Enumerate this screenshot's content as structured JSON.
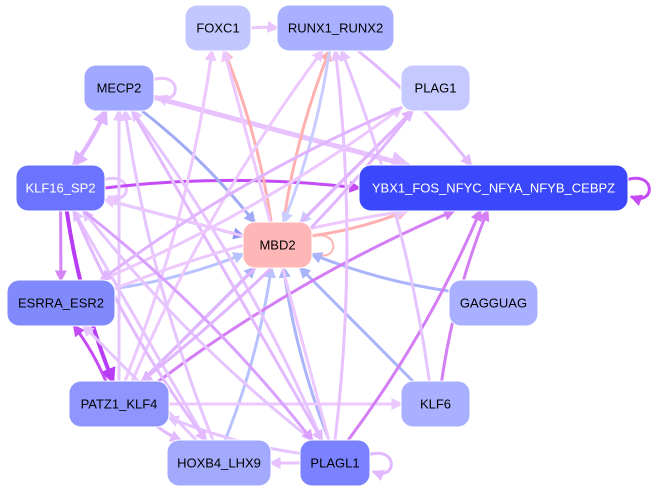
{
  "graph": {
    "title": "Transcription factor regulatory network",
    "nodes": [
      {
        "id": "FOXC1",
        "label": "FOXC1",
        "fill": "#c3c7ff",
        "text": "#000000"
      },
      {
        "id": "RUNX1_RUNX2",
        "label": "RUNX1_RUNX2",
        "fill": "#a9b0ff",
        "text": "#000000"
      },
      {
        "id": "MECP2",
        "label": "MECP2",
        "fill": "#a0a8ff",
        "text": "#000000"
      },
      {
        "id": "PLAG1",
        "label": "PLAG1",
        "fill": "#c5c9ff",
        "text": "#000000"
      },
      {
        "id": "KLF16_SP2",
        "label": "KLF16_SP2",
        "fill": "#6c74ff",
        "text": "#ffffff"
      },
      {
        "id": "YBX1",
        "label": "YBX1_FOS_NFYC_NFYA_NFYB_CEBPZ",
        "fill": "#3a47fb",
        "text": "#ffffff"
      },
      {
        "id": "MBD2",
        "label": "MBD2",
        "fill": "#ffb6b6",
        "text": "#000000"
      },
      {
        "id": "ESRRA_ESR2",
        "label": "ESRRA_ESR2",
        "fill": "#818afc",
        "text": "#000000"
      },
      {
        "id": "GAGGUAG",
        "label": "GAGGUAG",
        "fill": "#a9b0ff",
        "text": "#000000"
      },
      {
        "id": "PATZ1_KLF4",
        "label": "PATZ1_KLF4",
        "fill": "#8e96fd",
        "text": "#000000"
      },
      {
        "id": "KLF6",
        "label": "KLF6",
        "fill": "#a9b0ff",
        "text": "#000000"
      },
      {
        "id": "HOXB4_LHX9",
        "label": "HOXB4_LHX9",
        "fill": "#a3aafd",
        "text": "#000000"
      },
      {
        "id": "PLAGL1",
        "label": "PLAGL1",
        "fill": "#7a82ff",
        "text": "#000000"
      }
    ],
    "edges": [
      {
        "from": "FOXC1",
        "to": "RUNX1_RUNX2",
        "color": "#eac6ff",
        "weight": 3
      },
      {
        "from": "MECP2",
        "to": "MECP2",
        "color": "#e8c2ff",
        "weight": 3
      },
      {
        "from": "YBX1",
        "to": "YBX1",
        "color": "#c44bf5",
        "weight": 3
      },
      {
        "from": "KLF16_SP2",
        "to": "KLF16_SP2",
        "color": "#e6c4ff",
        "weight": 3
      },
      {
        "from": "MBD2",
        "to": "MBD2",
        "color": "#ffb6b6",
        "weight": 2
      },
      {
        "from": "PLAGL1",
        "to": "PLAGL1",
        "color": "#e2b8ff",
        "weight": 3
      },
      {
        "from": "KLF16_SP2",
        "to": "YBX1",
        "color": "#c44bf5",
        "weight": 3
      },
      {
        "from": "KLF16_SP2",
        "to": "MBD2",
        "color": "#8a95f5",
        "weight": 3
      },
      {
        "from": "KLF16_SP2",
        "to": "MECP2",
        "color": "#e0b4ff",
        "weight": 4
      },
      {
        "from": "MECP2",
        "to": "KLF16_SP2",
        "color": "#e0b4ff",
        "weight": 4
      },
      {
        "from": "KLF16_SP2",
        "to": "ESRRA_ESR2",
        "color": "#d585f5",
        "weight": 3
      },
      {
        "from": "KLF16_SP2",
        "to": "PATZ1_KLF4",
        "color": "#b83cf5",
        "weight": 4
      },
      {
        "from": "MECP2",
        "to": "MBD2",
        "color": "#a0aaf5",
        "weight": 3
      },
      {
        "from": "MECP2",
        "to": "YBX1",
        "color": "#e8c2ff",
        "weight": 5
      },
      {
        "from": "MBD2",
        "to": "FOXC1",
        "color": "#ffb0b0",
        "weight": 3
      },
      {
        "from": "MBD2",
        "to": "RUNX1_RUNX2",
        "color": "#ffb0b0",
        "weight": 3
      },
      {
        "from": "MBD2",
        "to": "PLAG1",
        "color": "#ffb0b0",
        "weight": 3
      },
      {
        "from": "MBD2",
        "to": "YBX1",
        "color": "#ffb0b0",
        "weight": 3
      },
      {
        "from": "RUNX1_RUNX2",
        "to": "MBD2",
        "color": "#c8ccff",
        "weight": 3
      },
      {
        "from": "PLAG1",
        "to": "MBD2",
        "color": "#c8ccff",
        "weight": 3
      },
      {
        "from": "ESRRA_ESR2",
        "to": "MBD2",
        "color": "#b8c2ff",
        "weight": 3
      },
      {
        "from": "GAGGUAG",
        "to": "MBD2",
        "color": "#aab4fb",
        "weight": 3
      },
      {
        "from": "PATZ1_KLF4",
        "to": "MBD2",
        "color": "#aab4fb",
        "weight": 3
      },
      {
        "from": "HOXB4_LHX9",
        "to": "MBD2",
        "color": "#b8c2ff",
        "weight": 3
      },
      {
        "from": "PLAGL1",
        "to": "MBD2",
        "color": "#aab4fb",
        "weight": 3
      },
      {
        "from": "KLF6",
        "to": "MBD2",
        "color": "#aab4fb",
        "weight": 3
      },
      {
        "from": "PATZ1_KLF4",
        "to": "ESRRA_ESR2",
        "color": "#c44bf5",
        "weight": 3
      },
      {
        "from": "PATZ1_KLF4",
        "to": "YBX1",
        "color": "#d47ef5",
        "weight": 3
      },
      {
        "from": "PATZ1_KLF4",
        "to": "KLF6",
        "color": "#ecc8ff",
        "weight": 3
      },
      {
        "from": "PLAGL1",
        "to": "YBX1",
        "color": "#d47ef5",
        "weight": 3
      },
      {
        "from": "KLF6",
        "to": "YBX1",
        "color": "#d47ef5",
        "weight": 3
      },
      {
        "from": "PLAGL1",
        "to": "HOXB4_LHX9",
        "color": "#e8c2ff",
        "weight": 3
      },
      {
        "from": "PLAGL1",
        "to": "MECP2",
        "color": "#e6c4ff",
        "weight": 3
      },
      {
        "from": "PLAGL1",
        "to": "KLF16_SP2",
        "color": "#e6c4ff",
        "weight": 3
      },
      {
        "from": "PLAGL1",
        "to": "FOXC1",
        "color": "#ecc8ff",
        "weight": 3
      },
      {
        "from": "PLAGL1",
        "to": "RUNX1_RUNX2",
        "color": "#e8c2ff",
        "weight": 3
      },
      {
        "from": "PLAGL1",
        "to": "PATZ1_KLF4",
        "color": "#e6c4ff",
        "weight": 3
      },
      {
        "from": "PATZ1_KLF4",
        "to": "MECP2",
        "color": "#e6c4ff",
        "weight": 3
      },
      {
        "from": "PATZ1_KLF4",
        "to": "FOXC1",
        "color": "#ecc8ff",
        "weight": 3
      },
      {
        "from": "PATZ1_KLF4",
        "to": "RUNX1_RUNX2",
        "color": "#ecc8ff",
        "weight": 3
      },
      {
        "from": "PATZ1_KLF4",
        "to": "PLAG1",
        "color": "#e0b4ff",
        "weight": 3
      },
      {
        "from": "PATZ1_KLF4",
        "to": "HOXB4_LHX9",
        "color": "#e2b8ff",
        "weight": 3
      },
      {
        "from": "HOXB4_LHX9",
        "to": "MECP2",
        "color": "#e6c4ff",
        "weight": 3
      },
      {
        "from": "HOXB4_LHX9",
        "to": "KLF16_SP2",
        "color": "#e6c4ff",
        "weight": 3
      },
      {
        "from": "KLF6",
        "to": "RUNX1_RUNX2",
        "color": "#e6c4ff",
        "weight": 3
      },
      {
        "from": "RUNX1_RUNX2",
        "to": "YBX1",
        "color": "#e2b8ff",
        "weight": 3
      },
      {
        "from": "MECP2",
        "to": "PLAGL1",
        "color": "#e2b8ff",
        "weight": 3
      },
      {
        "from": "ESRRA_ESR2",
        "to": "PLAG1",
        "color": "#ecc8ff",
        "weight": 3
      },
      {
        "from": "ESRRA_ESR2",
        "to": "YBX1",
        "color": "#ecc8ff",
        "weight": 3
      },
      {
        "from": "HOXB4_LHX9",
        "to": "ESRRA_ESR2",
        "color": "#e6c4ff",
        "weight": 3
      },
      {
        "from": "KLF16_SP2",
        "to": "HOXB4_LHX9",
        "color": "#e2b8ff",
        "weight": 3
      },
      {
        "from": "KLF16_SP2",
        "to": "PLAGL1",
        "color": "#d9a0ff",
        "weight": 3
      },
      {
        "from": "MBD2",
        "to": "KLF16_SP2",
        "color": "#ecc8ff",
        "weight": 3
      },
      {
        "from": "PLAG1",
        "to": "ESRRA_ESR2",
        "color": "#e0b4ff",
        "weight": 3
      },
      {
        "from": "PLAG1",
        "to": "PATZ1_KLF4",
        "color": "#e0b4ff",
        "weight": 3
      }
    ]
  }
}
